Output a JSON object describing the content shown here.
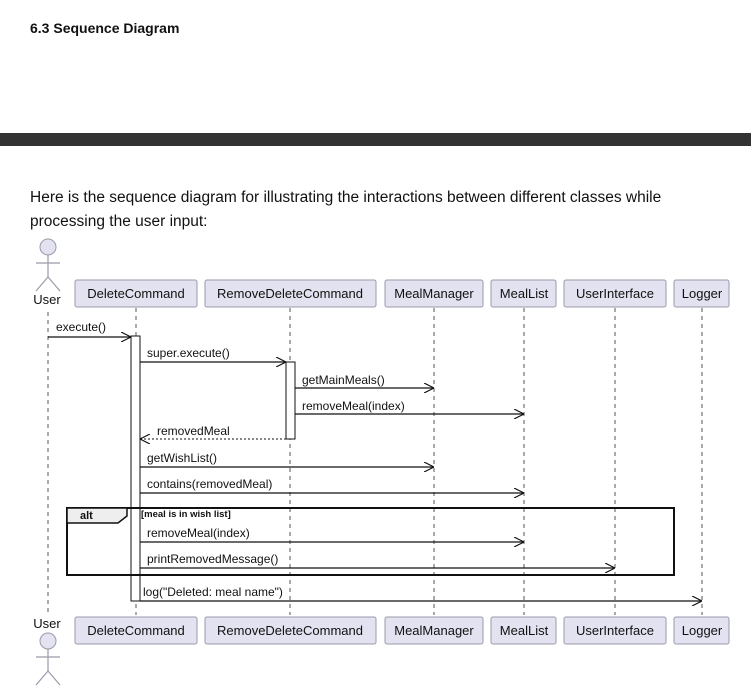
{
  "heading": "6.3 Sequence Diagram",
  "intro": "Here is the sequence diagram for illustrating the interactions between different classes while processing the user input:",
  "actor": "User",
  "participants": [
    "DeleteCommand",
    "RemoveDeleteCommand",
    "MealManager",
    "MealList",
    "UserInterface",
    "Logger"
  ],
  "messages": [
    "execute()",
    "super.execute()",
    "getMainMeals()",
    "removeMeal(index)",
    "removedMeal",
    "getWishList()",
    "contains(removedMeal)",
    "removeMeal(index)",
    "printRemovedMessage()",
    "log(\"Deleted: meal name\")"
  ],
  "fragment": {
    "operator": "alt",
    "guard": "[meal is in wish list]"
  }
}
